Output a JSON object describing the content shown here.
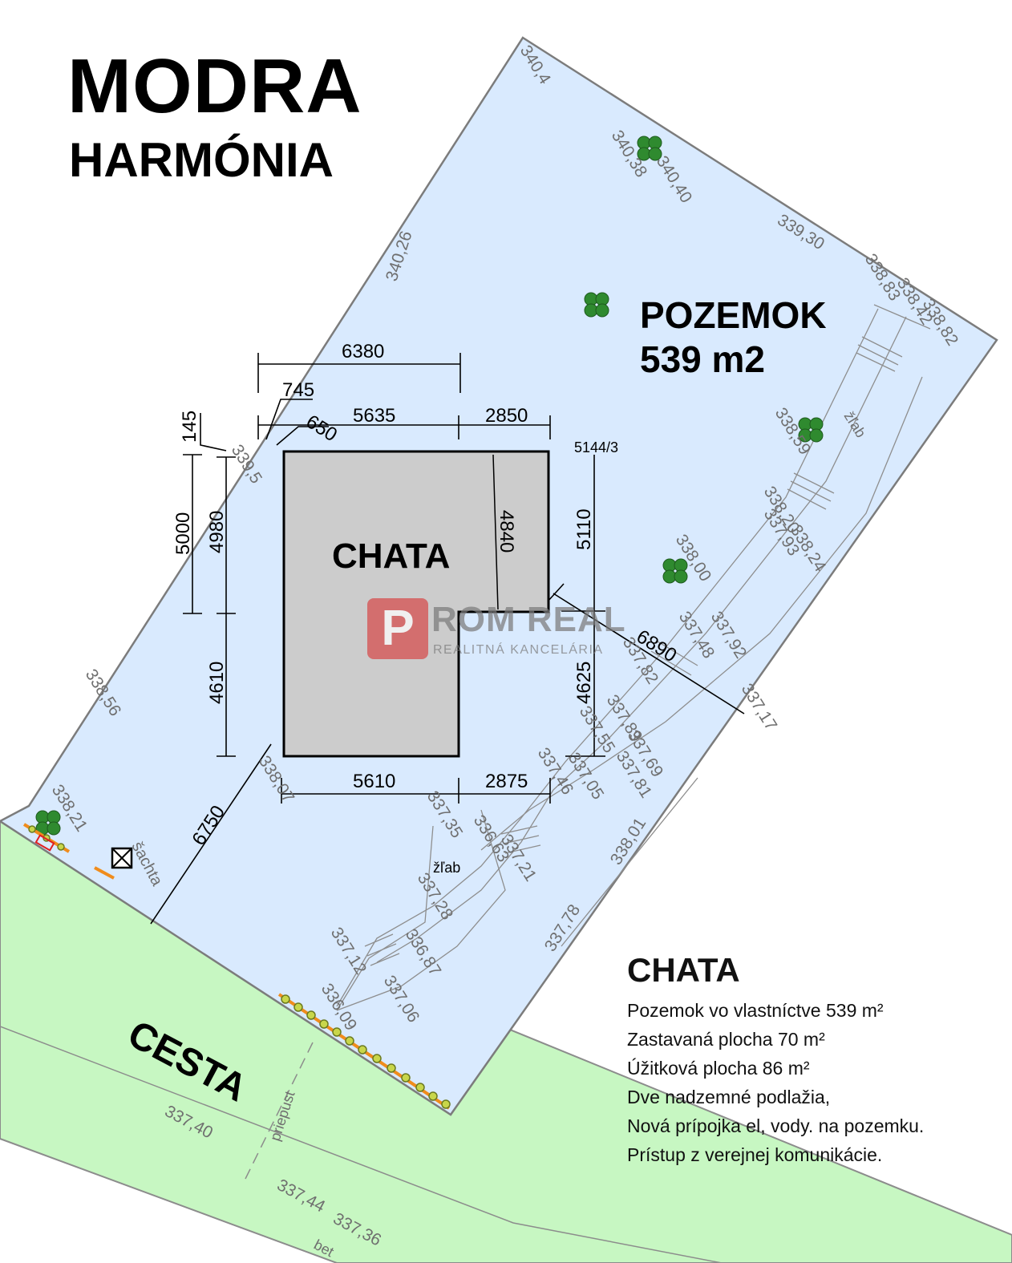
{
  "header": {
    "title": "MODRA",
    "subtitle": "HARMÓNIA"
  },
  "plot": {
    "label": "POZEMOK",
    "area": "539 m2"
  },
  "building": {
    "label": "CHATA"
  },
  "road": {
    "label": "CESTA"
  },
  "labels": {
    "parcel": "5144/3",
    "gutter": "žľab",
    "shaft": "šachta",
    "crossing": "priepust",
    "road_surface": "bet"
  },
  "dimensions": {
    "top_overall": "6380",
    "top_left_a": "745",
    "top_left_b": "650",
    "top_main": "5635",
    "top_right": "2850",
    "left_offset": "145",
    "left_upper_outer": "5000",
    "left_upper_inner": "4980",
    "left_lower": "4610",
    "inner_wing": "4840",
    "right_upper": "5110",
    "right_lower": "4625",
    "diag_right": "6890",
    "diag_left": "6750",
    "bottom_main": "5610",
    "bottom_right": "2875"
  },
  "spot_heights": [
    "340,38",
    "340,40",
    "339,30",
    "340,26",
    "338,83",
    "338,42",
    "338,82",
    "338,59",
    "338,20",
    "338,24",
    "337,93",
    "338,00",
    "337,48",
    "337,92",
    "337,17",
    "337,82",
    "337,55",
    "337,89",
    "337,69",
    "337,81",
    "337,46",
    "337,05",
    "338,01",
    "337,35",
    "336,63",
    "337,21",
    "337,28",
    "336,87",
    "337,12",
    "337,06",
    "336,09",
    "337,78",
    "339,5",
    "338,56",
    "338,07",
    "338,21",
    "337,40",
    "337,44",
    "337,36",
    "340,4"
  ],
  "info": {
    "title": "CHATA",
    "lines": [
      "Pozemok vo vlastníctve 539 m²",
      "Zastavaná plocha 70 m²",
      "Úžitková plocha 86 m²",
      "Dve nadzemné podlažia,",
      "Nová prípojka el, vody. na pozemku.",
      "Prístup z verejnej komunikácie."
    ]
  },
  "watermark": {
    "letter": "P",
    "name": "ROM REAL",
    "tagline": "REALITNÁ KANCELÁRIA"
  },
  "colors": {
    "plot_fill": "#d9eafe",
    "road_fill": "#c7f7c2",
    "building_fill": "#cccccc",
    "tree": "#2f8a2f",
    "hedge": "#f08c1c",
    "watermark": "#d64a4a"
  }
}
